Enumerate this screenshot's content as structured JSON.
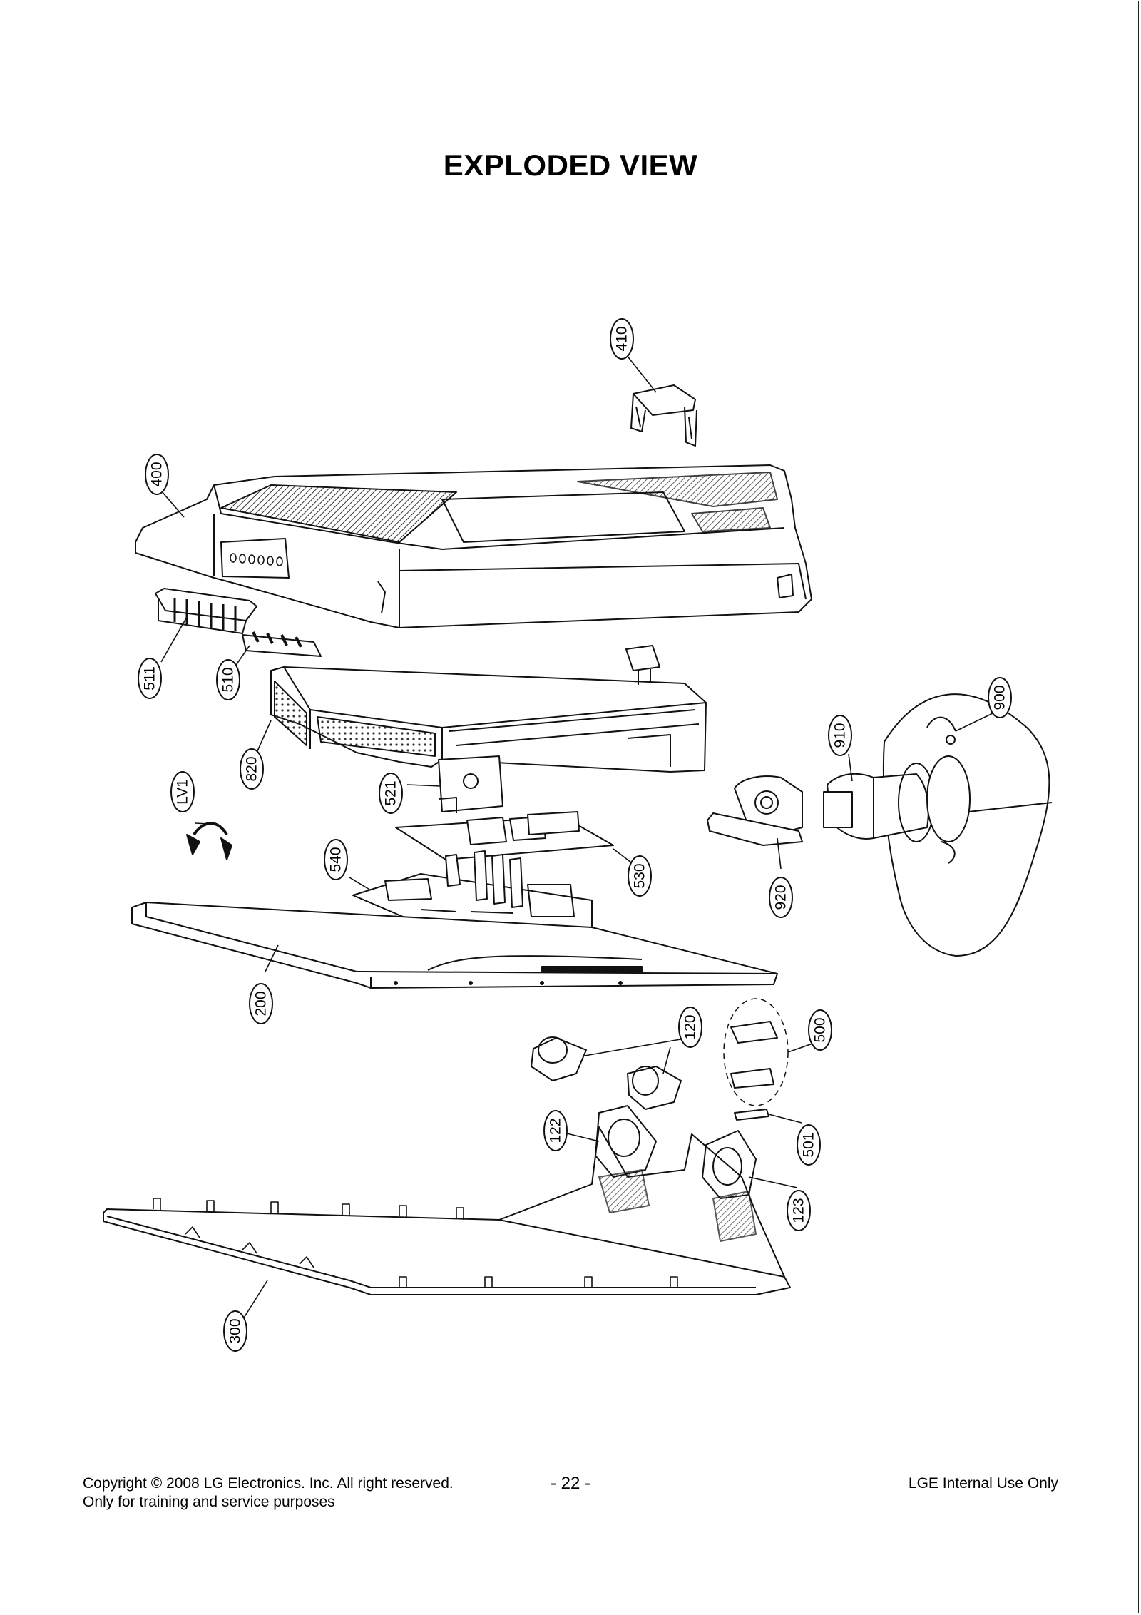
{
  "page": {
    "title": "EXPLODED VIEW",
    "footer": {
      "copyright": "Copyright © 2008 LG Electronics. Inc. All right reserved.",
      "purpose": "Only for training and service purposes",
      "page_number": "- 22 -",
      "internal": "LGE Internal Use Only"
    }
  },
  "callouts": {
    "c410": "410",
    "c400": "400",
    "c511": "511",
    "c510": "510",
    "c820": "820",
    "c900": "900",
    "c910": "910",
    "clv1": "LV1",
    "c521": "521",
    "c540": "540",
    "c530": "530",
    "c920": "920",
    "c200": "200",
    "c120": "120",
    "c500": "500",
    "c122": "122",
    "c501": "501",
    "c123": "123",
    "c300": "300"
  },
  "colors": {
    "line": "#111111",
    "hatch": "#333333",
    "background": "#ffffff"
  }
}
